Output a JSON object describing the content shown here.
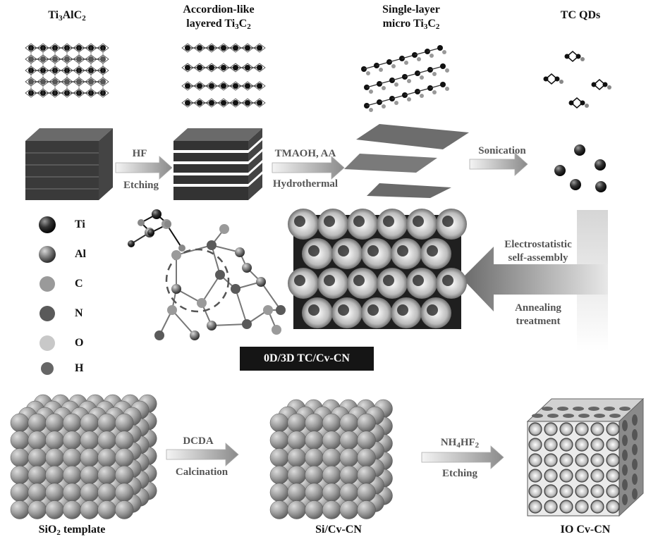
{
  "labels": {
    "ti3alc2": [
      "Ti",
      "3",
      "AlC",
      "2",
      ""
    ],
    "accordion_line1": "Accordion-like",
    "accordion_line2": [
      "layered Ti",
      "3",
      "C",
      "2",
      ""
    ],
    "single_line1": "Single-layer",
    "single_line2": [
      "micro Ti",
      "3",
      "C",
      "2",
      ""
    ],
    "tc_qds": "TC QDs",
    "sio2": [
      "SiO",
      "2",
      " template",
      "",
      ""
    ],
    "si_cv_cn": "Si/Cv-CN",
    "io_cv_cn": "IO Cv-CN",
    "product": "0D/3D TC/Cv-CN"
  },
  "steps": {
    "hf_top": "HF",
    "hf_bottom": "Etching",
    "tmaoh_top": "TMAOH, AA",
    "tmaoh_bottom": "Hydrothermal",
    "sonication": "Sonication",
    "assembly_line1": "Electrostatistic",
    "assembly_line2": "self-assembly",
    "anneal_line1": "Annealing",
    "anneal_line2": "treatment",
    "dcda_top": "DCDA",
    "dcda_bottom": "Calcination",
    "nh4hf2_top": [
      "NH",
      "4",
      "HF",
      "2",
      ""
    ],
    "nh4hf2_bottom": "Etching"
  },
  "legend": [
    {
      "symbol": "Ti",
      "color": "#050505"
    },
    {
      "symbol": "Al",
      "color": "#3e3e3e"
    },
    {
      "symbol": "C",
      "color": "#8e8e8e"
    },
    {
      "symbol": "N",
      "color": "#5a5a5a"
    },
    {
      "symbol": "O",
      "color": "#c4c4c4"
    },
    {
      "symbol": "H",
      "color": "#6b6b6b"
    }
  ]
}
